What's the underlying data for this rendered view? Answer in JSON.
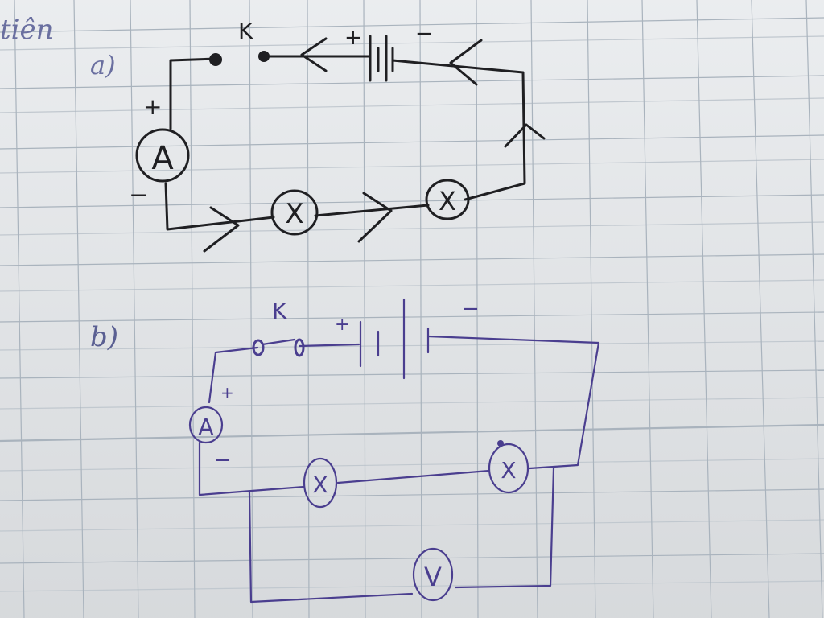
{
  "header_fragment": "tiên",
  "circuit_a": {
    "part_label": "a)",
    "switch_label": "K",
    "battery_plus": "+",
    "battery_minus": "−",
    "ammeter_symbol": "A",
    "ammeter_plus": "+",
    "ammeter_minus": "−",
    "lamp_symbol": "X"
  },
  "circuit_b": {
    "part_label": "b)",
    "switch_label": "K",
    "battery_plus": "+",
    "battery_minus": "−",
    "ammeter_symbol": "A",
    "ammeter_plus": "+",
    "ammeter_minus": "−",
    "lamp_symbol": "X",
    "voltmeter_symbol": "V"
  },
  "colors": {
    "ink_a": "#1f1f22",
    "ink_b": "#4a3e8f",
    "paper": "#e4e7ea",
    "grid": "#a9b3bd"
  }
}
